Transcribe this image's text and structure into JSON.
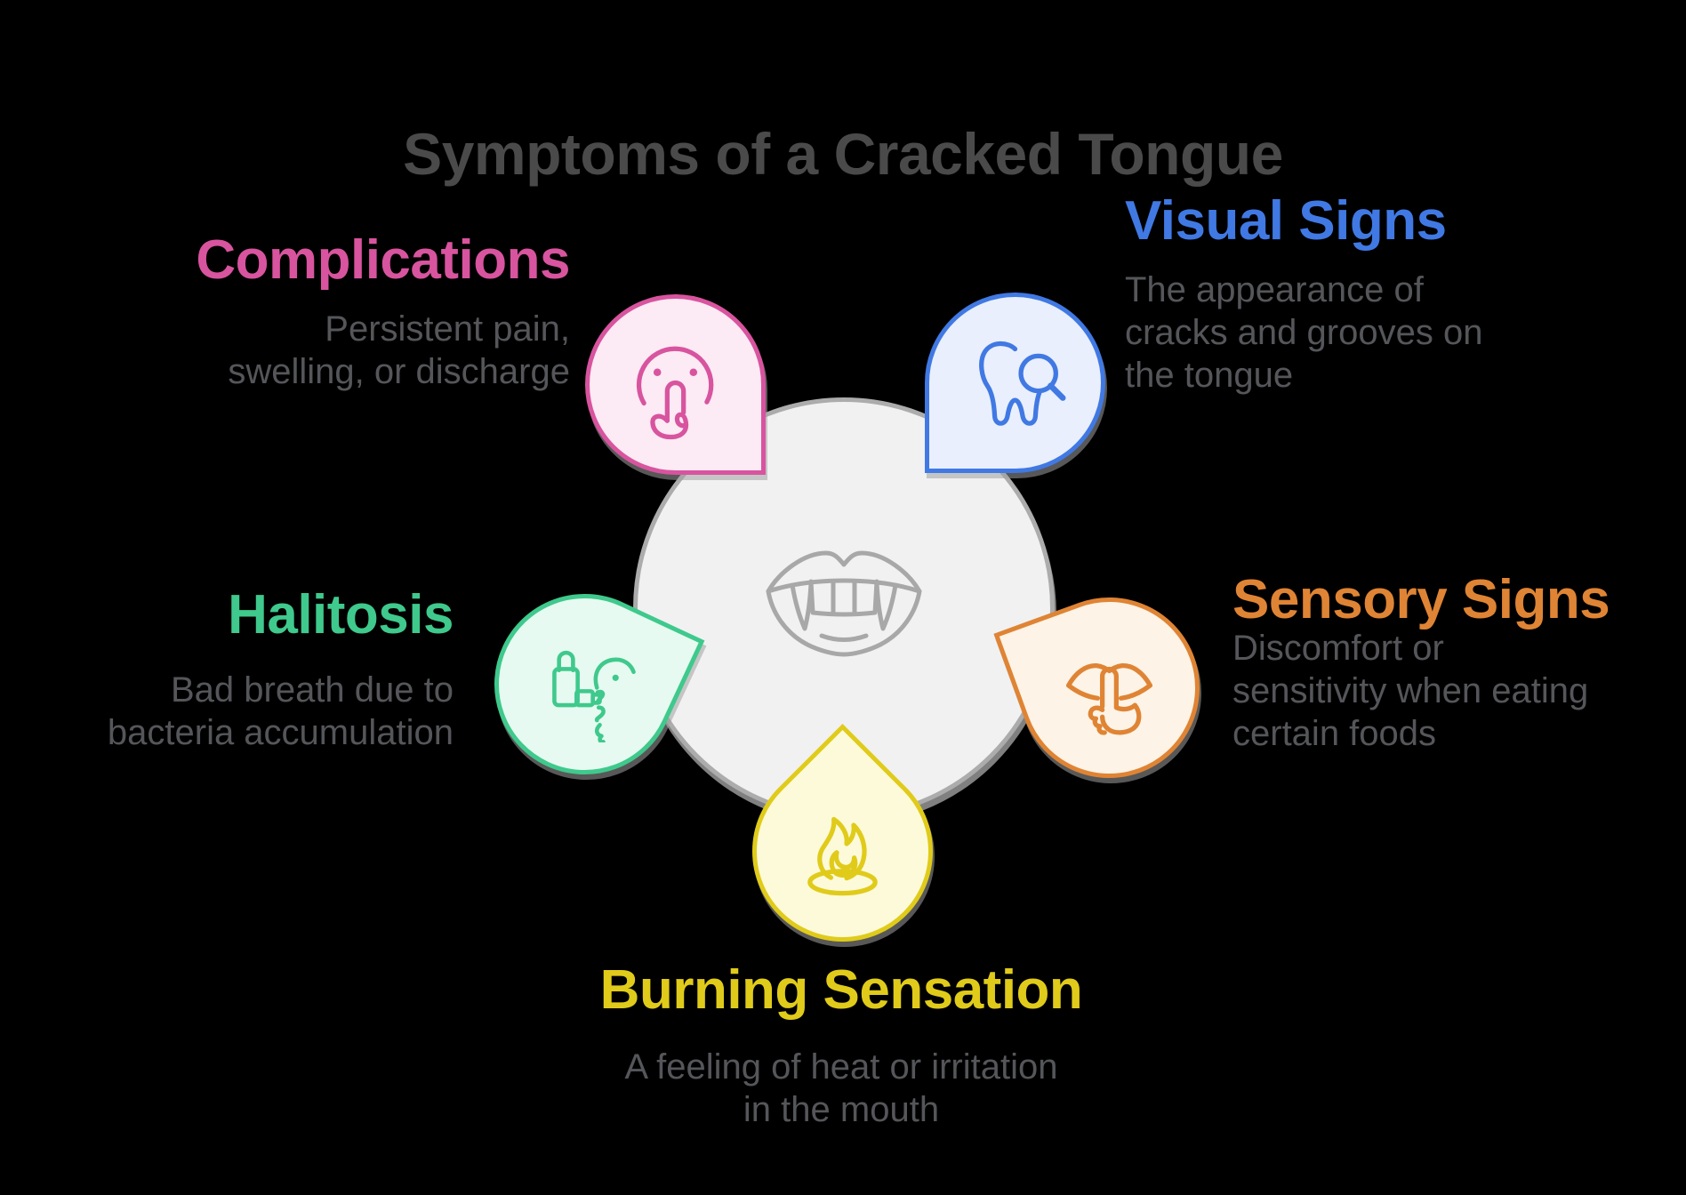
{
  "title": "Symptoms of a Cracked Tongue",
  "title_color": "#4a4a4a",
  "description_color": "#55565a",
  "background_color": "#000000",
  "center": {
    "icon": "mouth-fangs-icon",
    "fill": "#f1f1f2",
    "stroke": "#acacac",
    "icon_color": "#a8a8a8"
  },
  "sections": [
    {
      "id": "complications",
      "label": "Complications",
      "description": "Persistent pain,\nswelling, or discharge",
      "accent": "#d8549f",
      "fill": "#fceaf4",
      "icon": "shush-face-icon"
    },
    {
      "id": "visual-signs",
      "label": "Visual Signs",
      "description": "The appearance of\ncracks and grooves on\nthe tongue",
      "accent": "#4079e3",
      "fill": "#e9effc",
      "icon": "tooth-magnifier-icon"
    },
    {
      "id": "halitosis",
      "label": "Halitosis",
      "description": "Bad breath due to\nbacteria accumulation",
      "accent": "#3fc98c",
      "fill": "#e6faf1",
      "icon": "inhaler-breath-icon"
    },
    {
      "id": "sensory-signs",
      "label": "Sensory Signs",
      "description": "Discomfort or\nsensitivity when eating\ncertain foods",
      "accent": "#df8434",
      "fill": "#fdf3e6",
      "icon": "finger-on-tongue-icon"
    },
    {
      "id": "burning-sensation",
      "label": "Burning Sensation",
      "description": "A feeling of heat or irritation\nin the mouth",
      "accent": "#e0cb1a",
      "fill": "#fdfad9",
      "icon": "flame-icon"
    }
  ]
}
